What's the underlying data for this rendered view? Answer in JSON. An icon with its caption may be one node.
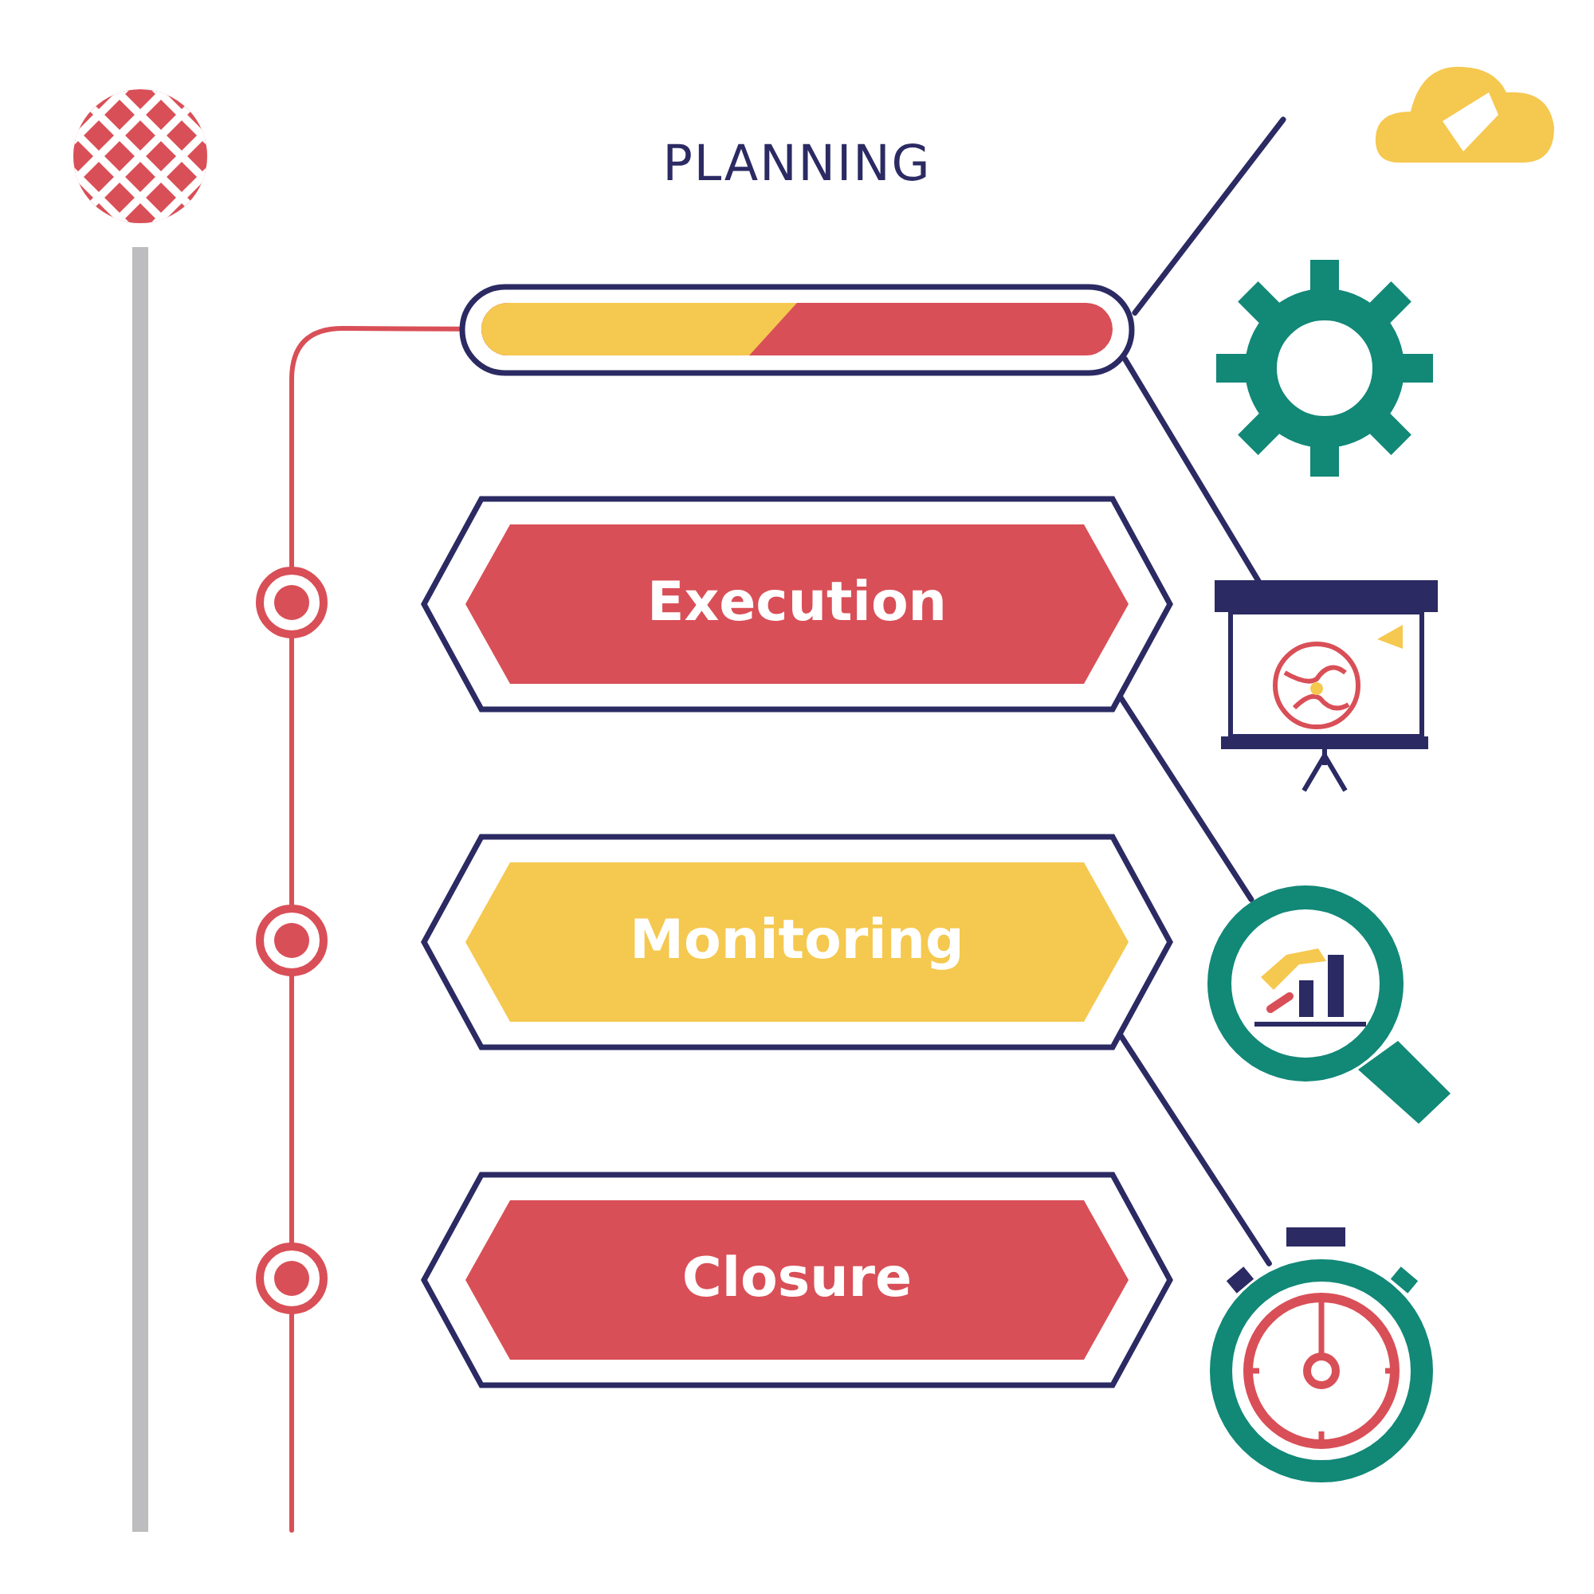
{
  "diagram": {
    "nodes": [
      {
        "text": [
          "PLANNING"
        ]
      },
      {
        "text": [
          "Execution"
        ]
      },
      {
        "text": [
          "Monitoring"
        ]
      },
      {
        "text": [
          "Closure"
        ]
      },
      {
        "text": [],
        "shape": "picture"
      },
      {
        "text": [],
        "shape": "picture"
      },
      {
        "text": [],
        "shape": "picture"
      }
    ],
    "edges": [
      {
        "from": 0,
        "to": null,
        "arrow": "none"
      },
      {
        "from": 0,
        "to": 4,
        "arrow": "none"
      },
      {
        "from": 1,
        "to": 5,
        "arrow": "none"
      },
      {
        "from": 2,
        "to": 6,
        "arrow": "none"
      },
      {
        "from": 0,
        "to": null,
        "arrow": "none",
        "color": "#d94f57"
      }
    ]
  }
}
